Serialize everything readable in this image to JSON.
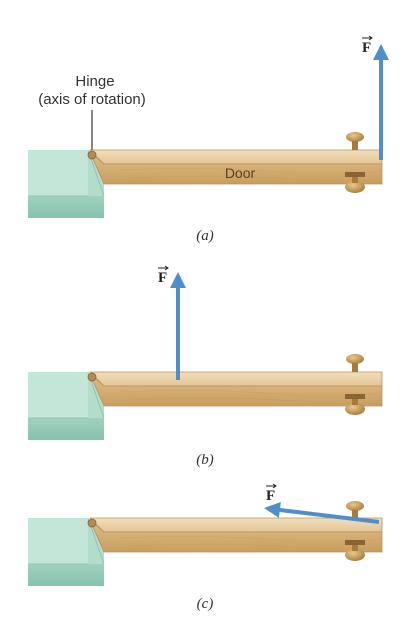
{
  "hinge_label_line1": "Hinge",
  "hinge_label_line2": "(axis of rotation)",
  "door_label": "Door",
  "force_symbol": "F",
  "captions": [
    "(a)",
    "(b)",
    "(c)"
  ],
  "colors": {
    "arrow": "#4f8ec9",
    "wood_top": "#ead3a8",
    "wood_front": "#d8b47c",
    "wall": "#a9d8c6",
    "knob": "#c49a5a"
  }
}
